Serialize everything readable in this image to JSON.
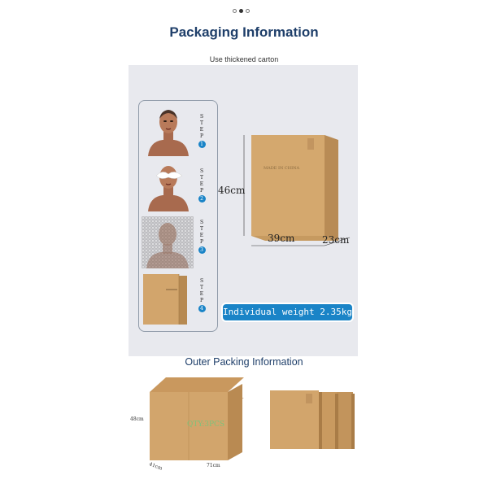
{
  "carousel": {
    "dots": [
      "off",
      "on",
      "off"
    ]
  },
  "header": {
    "title": "Packaging Information",
    "subtitle": "Use thickened carton"
  },
  "steps": [
    {
      "label": [
        "S",
        "T",
        "E",
        "P"
      ],
      "number": "1",
      "icon": "mannequin-head-icon"
    },
    {
      "label": [
        "S",
        "T",
        "E",
        "P"
      ],
      "number": "2",
      "icon": "mannequin-with-eye-mask-icon"
    },
    {
      "label": [
        "S",
        "T",
        "E",
        "P"
      ],
      "number": "3",
      "icon": "bubble-wrapped-mannequin-icon"
    },
    {
      "label": [
        "S",
        "T",
        "E",
        "P"
      ],
      "number": "4",
      "icon": "carton-box-icon"
    }
  ],
  "carton": {
    "height": "46cm",
    "width": "39cm",
    "depth": "23cm",
    "box_text": "MADE IN CHINA",
    "weight": "Individual weight 2.35kg"
  },
  "outer": {
    "title": "Outer Packing Information",
    "height": "48cm",
    "depth": "41cm",
    "width": "71cm",
    "qty": "QTY:3PCS"
  },
  "colors": {
    "title": "#1f3f6a",
    "accent": "#1a84c7",
    "cardboard": "#d2a56c",
    "panel": "#e8e9ee"
  }
}
